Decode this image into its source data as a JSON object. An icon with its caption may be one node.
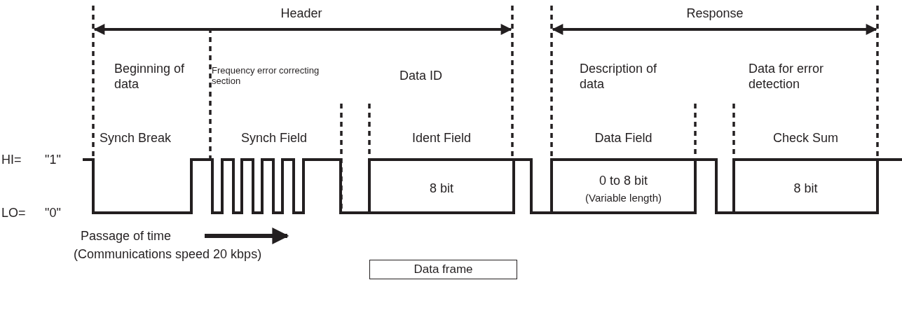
{
  "diagram": {
    "nodes": [
      {
        "text": [
          "Data frame"
        ]
      }
    ],
    "labels": [
      "Header",
      "Response",
      "Beginning of data",
      "Frequency error correcting section",
      "Data ID",
      "Description of data",
      "Data for error detection",
      "Synch Break",
      "Synch Field",
      "Ident Field",
      "Data Field",
      "Check Sum",
      "HI=",
      "\"1\"",
      "8 bit",
      "0 to 8 bit",
      "(Variable length)",
      "8 bit",
      "LO=",
      "\"0\"",
      "Passage of time",
      "(Communications speed 20 kbps)"
    ]
  }
}
